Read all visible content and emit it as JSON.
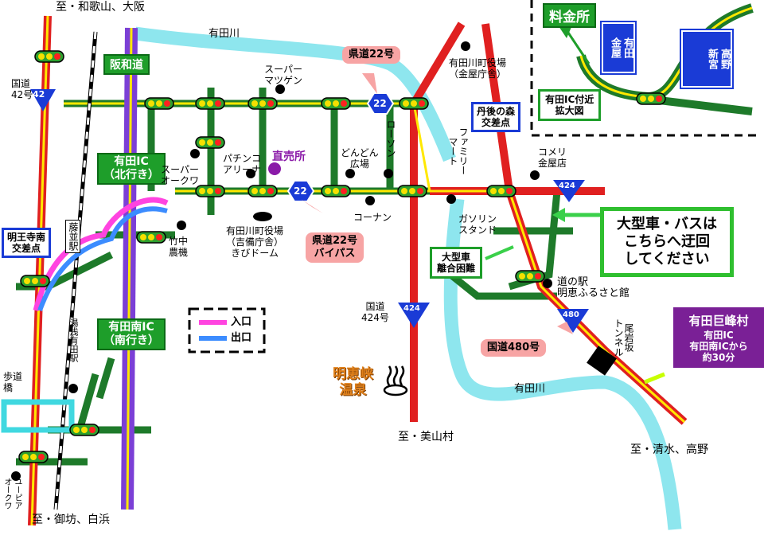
{
  "destinations": {
    "north": "至・和歌山、大阪",
    "south": "至・御坊、白浜",
    "south_center": "至・美山村",
    "southeast": "至・清水、高野"
  },
  "rivers": {
    "top": "有田川",
    "bottom": "有田川"
  },
  "routes": {
    "hanwa": "阪和道",
    "pref22": "県道22号",
    "pref22_bypass": "県道22号\nバイパス",
    "route42": "国道\n42号",
    "route424": "国道\n424号",
    "route480": "国道480号",
    "shield_22": "22",
    "shield_42": "42",
    "shield_424": "424",
    "shield_480": "480"
  },
  "ic": {
    "north": "有田IC\n（北行き）",
    "south": "有田南IC\n（南行き）",
    "tollgate": "料金所",
    "enlarged": "有田IC付近\n拡大図",
    "sign_arida": "有田\n金屋",
    "sign_shingu": "高野\n新宮"
  },
  "legend": {
    "entrance": "入口",
    "exit": "出口"
  },
  "landmarks": {
    "town_office_branch": "有田川町役場\n（金屋庁舎）",
    "super_matsugen": "スーパー\nマツゲン",
    "pachinko": "パチンコ\nアリーナ",
    "super_okuwa": "スーパー\nオークワ",
    "direct_store": "直売所",
    "town_office_kibi": "有田川町役場\n（吉備庁舎）\nきびドーム",
    "dondon": "どんどん\n広場",
    "lawson": "ローソン",
    "konan": "コーナン",
    "family_mart": "ファミリー\nマート",
    "komeri": "コメリ\n金屋店",
    "gas_station": "ガソリン\nスタンド",
    "roadside_station": "道の駅\n明恵ふるさと館",
    "takenaka": "竹中\n農機",
    "onsen": "明恵峡\n温泉",
    "fujinami_st": "藤並駅",
    "yuasa_st": "湯浅有田駅",
    "utopia": "ユーピア\nオークワ",
    "footbridge": "歩道\n橋",
    "tunnel": "尾岩坂\nトンネル"
  },
  "intersections": {
    "myoojiminami": "明王寺南\n交差点",
    "tangonomori": "丹後の森\n交差点"
  },
  "notices": {
    "large_vehicles": "大型車・バスは\nこちらへ迂回\nしてください",
    "large_hard": "大型車\n離合困難"
  },
  "destination_box": {
    "title": "有田巨峰村",
    "note": "有田IC\n有田南ICから\n約30分"
  },
  "colors": {
    "national_road": "#e02020",
    "road_highlight": "#ffe800",
    "local_road": "#1e7a2a",
    "expressway": "#7b3fd6",
    "river": "#8ee6ee",
    "entrance": "#ff44e0",
    "exit": "#3c8cff",
    "green_badge": "#1e9e2a",
    "shield": "#1a3bd6"
  }
}
